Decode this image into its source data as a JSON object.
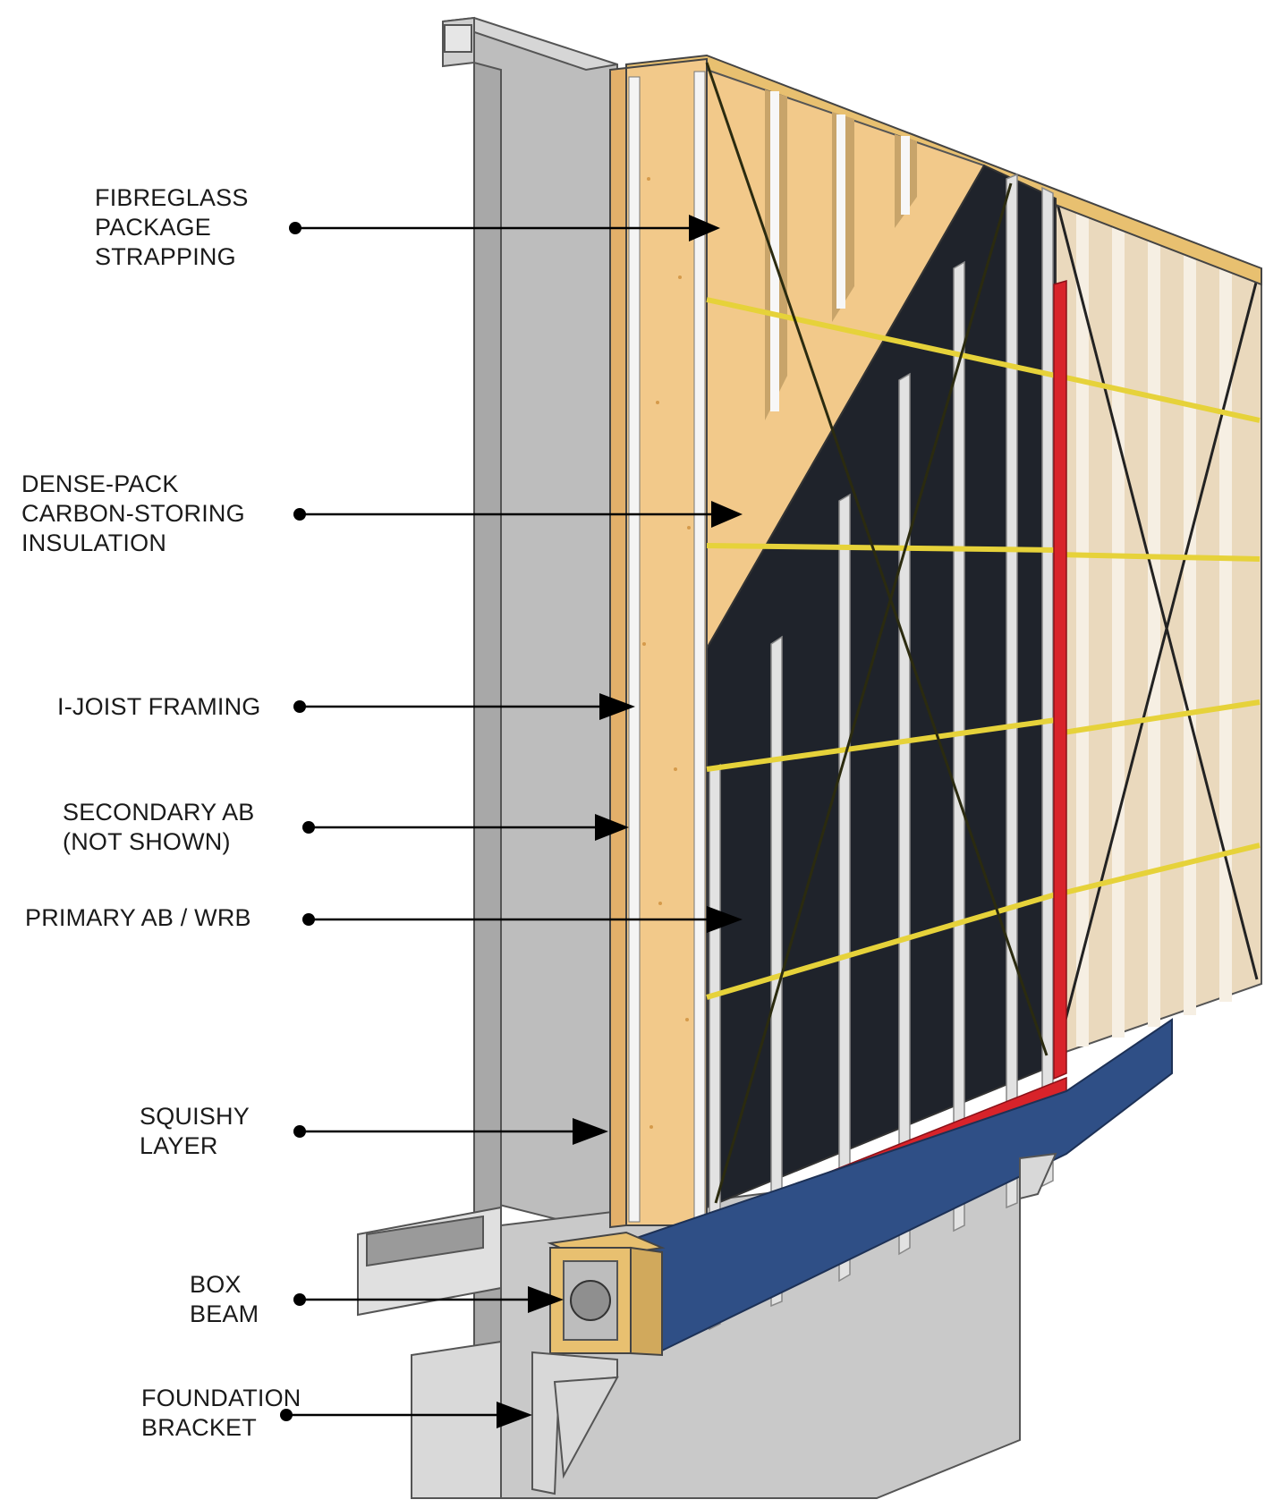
{
  "labels": [
    {
      "id": "fibreglass-package-strapping",
      "lines": [
        "FIBREGLASS",
        "PACKAGE",
        "STRAPPING"
      ]
    },
    {
      "id": "dense-pack-insulation",
      "lines": [
        "DENSE-PACK",
        "CARBON-STORING",
        "INSULATION"
      ]
    },
    {
      "id": "i-joist-framing",
      "lines": [
        "I-JOIST FRAMING"
      ]
    },
    {
      "id": "secondary-ab",
      "lines": [
        "SECONDARY AB",
        "(NOT SHOWN)"
      ]
    },
    {
      "id": "primary-ab-wrb",
      "lines": [
        "PRIMARY AB / WRB"
      ]
    },
    {
      "id": "squishy-layer",
      "lines": [
        "SQUISHY",
        "LAYER"
      ]
    },
    {
      "id": "box-beam",
      "lines": [
        "BOX",
        "BEAM"
      ]
    },
    {
      "id": "foundation-bracket",
      "lines": [
        "FOUNDATION",
        "BRACKET"
      ]
    }
  ],
  "colors": {
    "existing_wall": "#bdbdbd",
    "existing_wall_dark": "#8f8f8f",
    "foundation": "#c9c9c9",
    "osb": "#f2c98a",
    "timber": "#e8c070",
    "membrane": "#1f232b",
    "blue_flashing": "#2f4f86",
    "red_flashing": "#d8232a",
    "strapping": "#e6d23a",
    "sheathing": "#ead9bd",
    "steel": "#d8d8d8"
  }
}
